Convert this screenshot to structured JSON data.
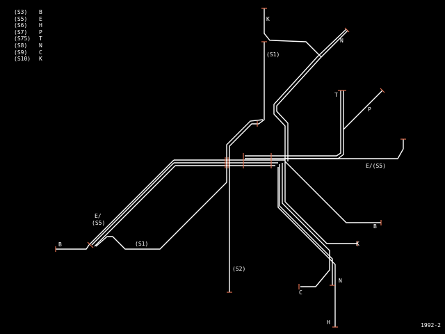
{
  "legend": [
    {
      "line": "(S3)",
      "terminus": "B"
    },
    {
      "line": "(S5)",
      "terminus": "E"
    },
    {
      "line": "(S6)",
      "terminus": "H"
    },
    {
      "line": "(S7)",
      "terminus": "P"
    },
    {
      "line": "(S75)",
      "terminus": "T"
    },
    {
      "line": "(S8)",
      "terminus": "N"
    },
    {
      "line": "(S9)",
      "terminus": "C"
    },
    {
      "line": "(S10)",
      "terminus": "K"
    }
  ],
  "labels": {
    "k_top": "K",
    "n_top": "N",
    "s1_top": "(S1)",
    "t_right": "T",
    "p_right": "P",
    "e_s5_right": "E/(S5)",
    "e_left": "E/",
    "s5_left": "(S5)",
    "b_left": "B",
    "s1_bottom": "(S1)",
    "b_right": "B",
    "k_right": "K",
    "s2_bottom": "(S2)",
    "n_bottom": "N",
    "c_bottom": "C",
    "h_bottom": "H"
  },
  "footer": {
    "code": "1992-2"
  },
  "colors": {
    "background": "#000000",
    "track": "#ffffff",
    "terminus": "#e07050"
  }
}
